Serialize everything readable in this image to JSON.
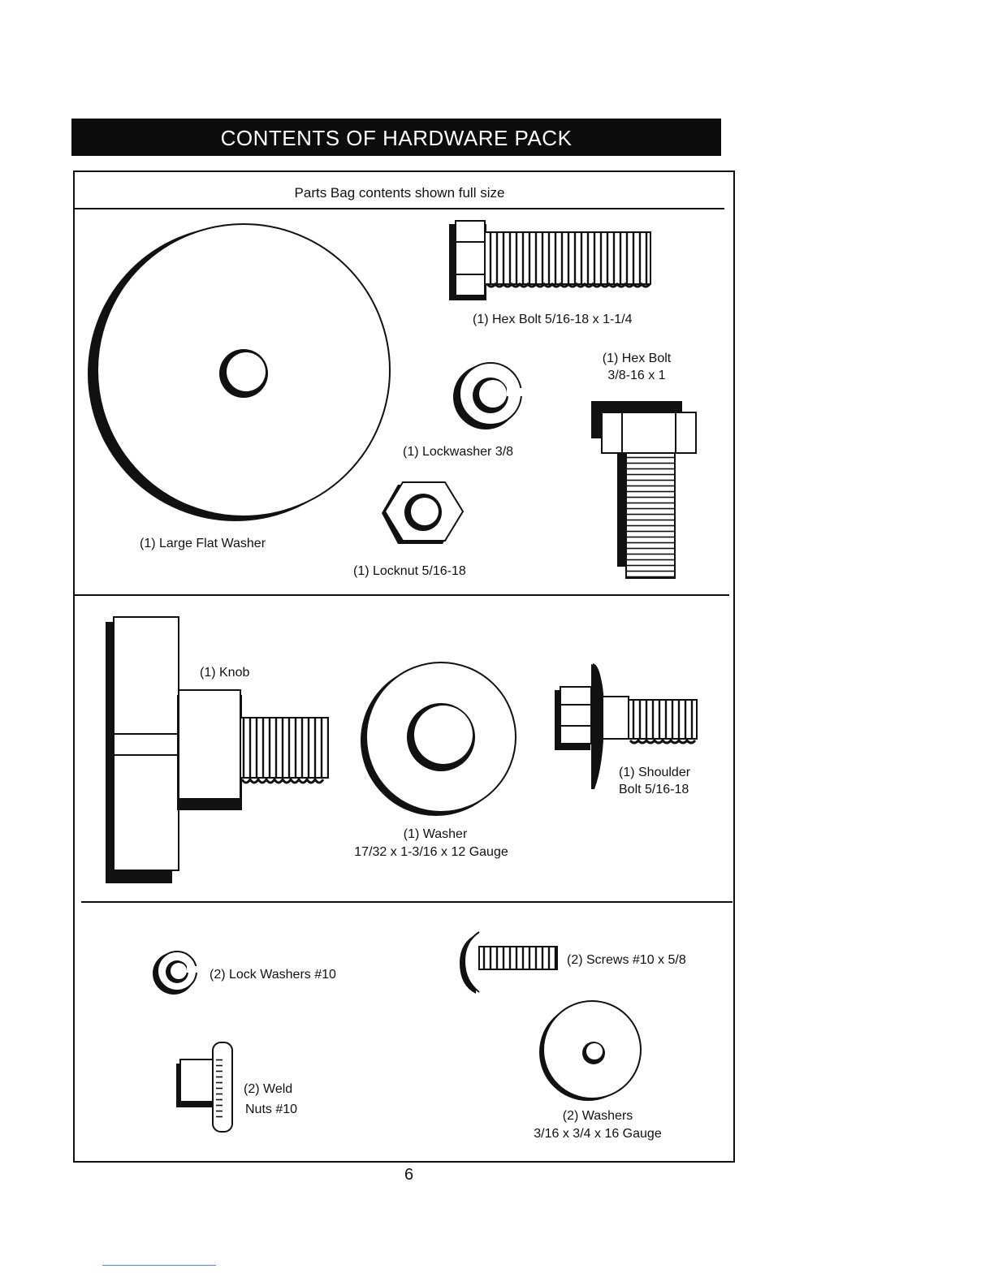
{
  "header": {
    "title": "CONTENTS OF HARDWARE PACK"
  },
  "panel": {
    "subtitle": "Parts Bag contents shown full size"
  },
  "parts": {
    "hex_bolt_long": "(1) Hex Bolt  5/16-18 x 1-1/4",
    "hex_bolt_short_1": "(1) Hex Bolt",
    "hex_bolt_short_2": "3/8-16 x 1",
    "lockwasher": "(1) Lockwasher  3/8",
    "large_flat_washer": "(1) Large Flat Washer",
    "locknut": "(1) Locknut  5/16-18",
    "knob": "(1) Knob",
    "washer_1": "(1) Washer",
    "washer_2": "17/32 x 1-3/16 x 12 Gauge",
    "shoulder_bolt_1": "(1) Shoulder",
    "shoulder_bolt_2": "Bolt  5/16-18",
    "lock_washers_10": "(2) Lock Washers  #10",
    "screws_10": "(2) Screws  #10 x 5/8",
    "weld_nuts_1": "(2) Weld",
    "weld_nuts_2": "Nuts  #10",
    "washers_small_1": "(2) Washers",
    "washers_small_2": "3/16 x 3/4 x 16 Gauge"
  },
  "page": {
    "number": "6"
  }
}
